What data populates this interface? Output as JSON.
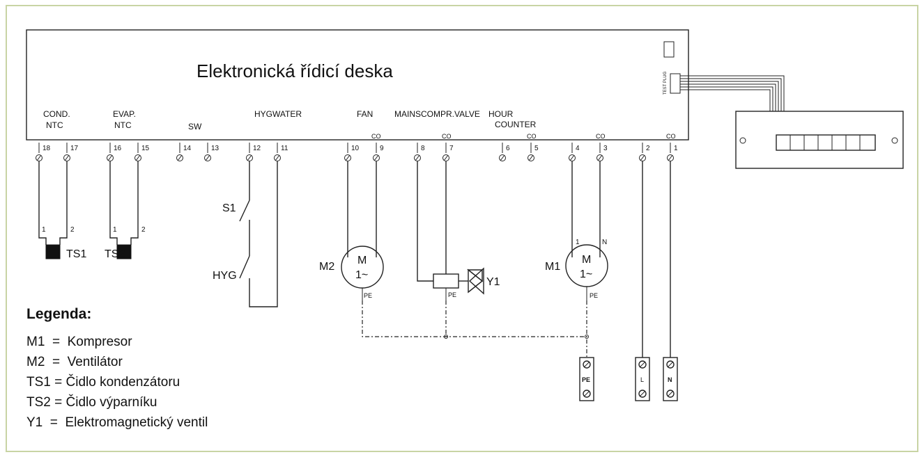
{
  "board": {
    "title": "Elektronická řídicí deska",
    "connector_label": "TEST PLUG"
  },
  "connectors": {
    "cond": [
      "COND.",
      "NTC"
    ],
    "evap": [
      "EVAP.",
      "NTC"
    ],
    "sw": "SW",
    "hygwater": "HYGWATER",
    "fan": "FAN",
    "mains": "MAINSCOMPR.VALVE",
    "hour": [
      "HOUR",
      "COUNTER"
    ],
    "co": "CO"
  },
  "terminals": [
    "18",
    "17",
    "16",
    "15",
    "14",
    "13",
    "12",
    "11",
    "10",
    "9",
    "8",
    "7",
    "6",
    "5",
    "4",
    "3",
    "2",
    "1"
  ],
  "components": {
    "ts1": "TS1",
    "ts2": "TS2",
    "pin1": "1",
    "pin2": "2",
    "s1": "S1",
    "hyg": "HYG",
    "m2": "M2",
    "m1": "M1",
    "y1": "Y1",
    "motor_m": "M",
    "motor_phase": "1~",
    "pe": "PE",
    "n": "N",
    "l": "L"
  },
  "legend": {
    "title": "Legenda:",
    "items": [
      "M1  =  Kompresor",
      "M2  =  Ventilátor",
      "TS1 = Čidlo kondenzátoru",
      "TS2 = Čidlo výparníku",
      "Y1  =  Elektromagnetický ventil"
    ]
  },
  "colors": {
    "frame": "#c8d4a4",
    "line": "#222222"
  }
}
